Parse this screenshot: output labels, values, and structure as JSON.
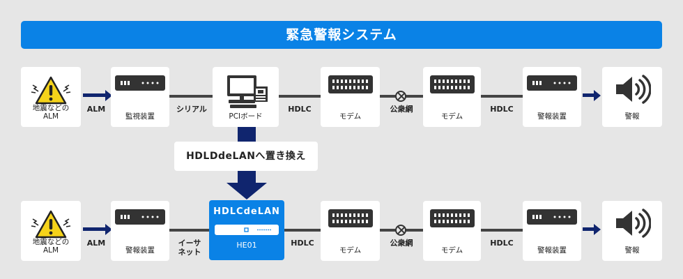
{
  "title": "緊急警報システム",
  "top_row": {
    "alarm_label": "地震などの\nALM",
    "alm1": "ALM",
    "device1_label": "監視装置",
    "conn1": "シリアル",
    "pci_label": "PCIボード",
    "conn2": "HDLC",
    "modem1_label": "モデム",
    "network_label": "公衆網",
    "modem2_label": "モデム",
    "conn3": "HDLC",
    "device2_label": "警報装置",
    "speaker_label": "警報"
  },
  "replace_label": "HDLDdeLANへ置き換え",
  "bottom_row": {
    "alarm_label": "地震などの\nALM",
    "alm1": "ALM",
    "device1_label": "警報装置",
    "conn1": "イーサ\nネット",
    "he01_title": "HDLCdeLAN",
    "he01_label": "HE01",
    "conn2": "HDLC",
    "modem1_label": "モデム",
    "network_label": "公衆網",
    "modem2_label": "モデム",
    "conn3": "HDLC",
    "device2_label": "警報装置",
    "speaker_label": "警報"
  },
  "colors": {
    "accent": "#0a82e6",
    "arrow": "#10256e",
    "warning": "#f5d31a"
  }
}
